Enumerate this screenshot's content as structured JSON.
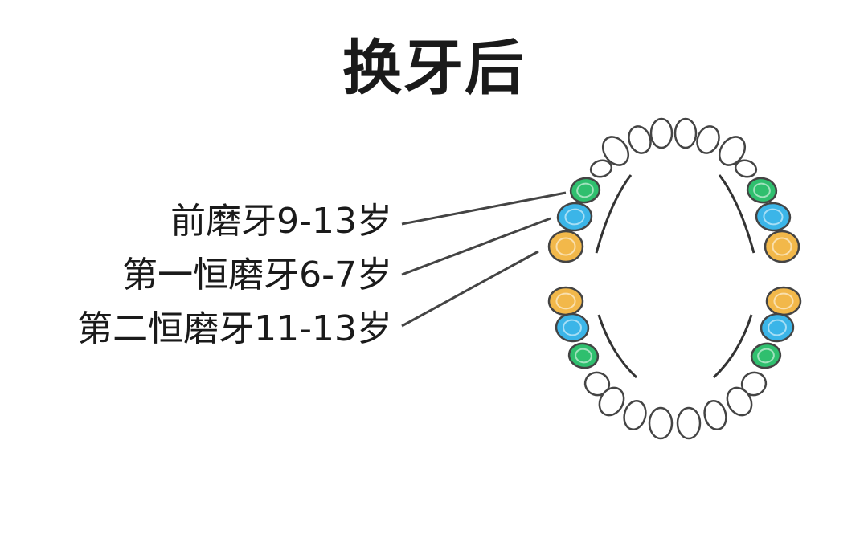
{
  "title": "换牙后",
  "labels": {
    "premolar": "前磨牙9-13岁",
    "first_molar": "第一恒磨牙6-7岁",
    "second_molar": "第二恒磨牙11-13岁"
  },
  "colors": {
    "premolar": "#2fbf6e",
    "first_molar": "#3bb5e8",
    "second_molar": "#f2b84a",
    "tooth": "#ffffff",
    "outline": "#444444"
  }
}
